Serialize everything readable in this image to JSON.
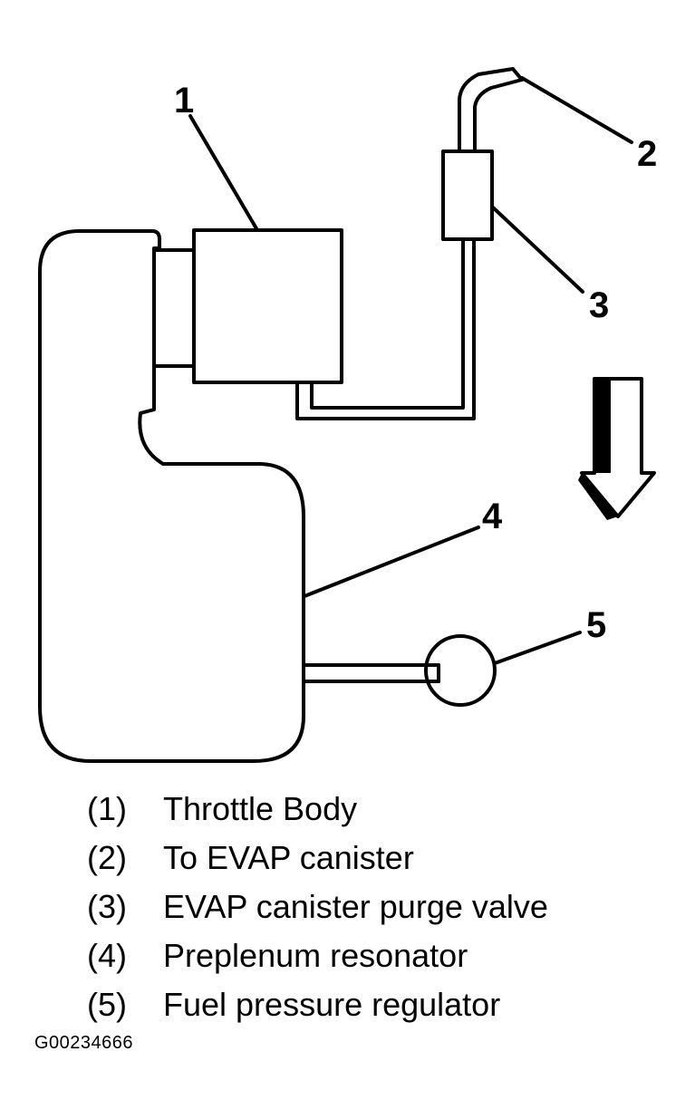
{
  "callouts": [
    "1",
    "2",
    "3",
    "4",
    "5"
  ],
  "legend": [
    {
      "num": "(1)",
      "text": "Throttle Body"
    },
    {
      "num": "(2)",
      "text": "To EVAP canister"
    },
    {
      "num": "(3)",
      "text": "EVAP canister purge valve"
    },
    {
      "num": "(4)",
      "text": "Preplenum resonator"
    },
    {
      "num": "(5)",
      "text": "Fuel pressure regulator"
    }
  ],
  "figure_id": "G00234666",
  "colors": {
    "ink": "#000000",
    "background": "#ffffff"
  }
}
